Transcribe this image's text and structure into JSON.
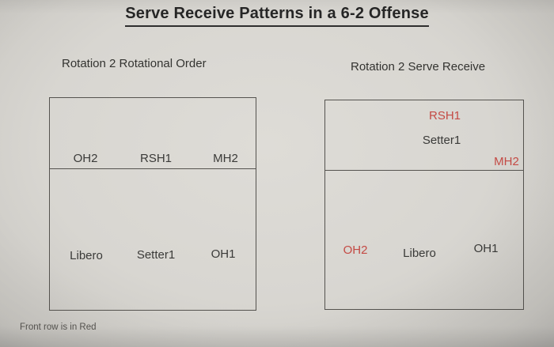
{
  "page": {
    "title": "Serve Receive Patterns in a 6-2 Offense",
    "footer_note": "Front row is in Red"
  },
  "colors": {
    "front_row_red": "#c44a44",
    "text_dark": "#3a3a38",
    "court_border": "#55534f",
    "background": "#d8d6d1"
  },
  "left_court": {
    "heading": "Rotation 2 Rotational Order",
    "front_row": [
      "OH2",
      "RSH1",
      "MH2"
    ],
    "back_row": [
      "Libero",
      "Setter1",
      "OH1"
    ]
  },
  "right_court": {
    "heading": "Rotation 2 Serve Receive",
    "players": [
      {
        "name": "RSH1",
        "front_row": true
      },
      {
        "name": "Setter1",
        "front_row": false
      },
      {
        "name": "MH2",
        "front_row": true
      },
      {
        "name": "OH2",
        "front_row": true
      },
      {
        "name": "Libero",
        "front_row": false
      },
      {
        "name": "OH1",
        "front_row": false
      }
    ]
  }
}
